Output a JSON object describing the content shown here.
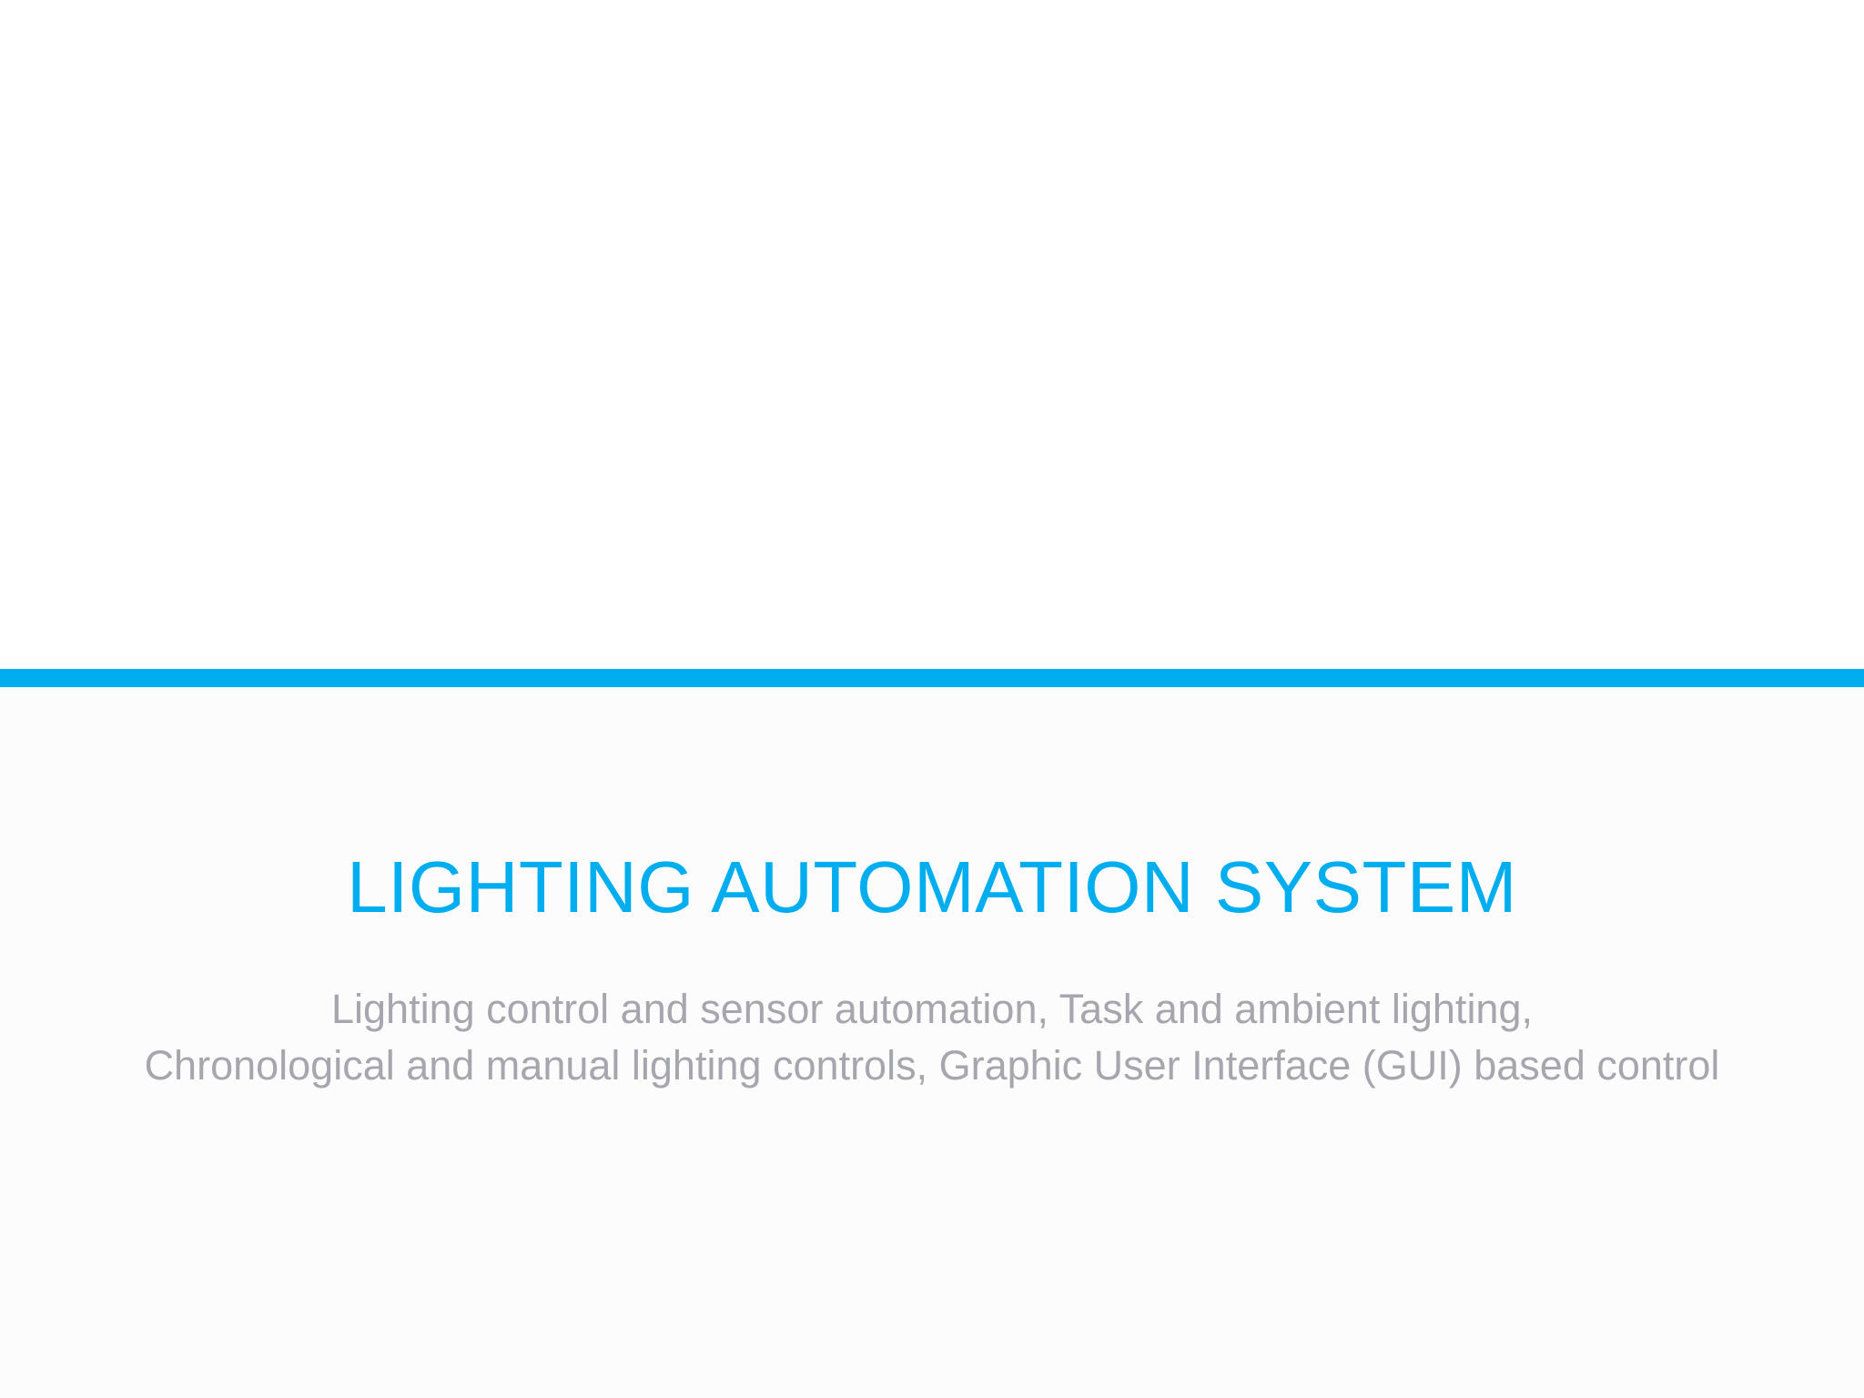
{
  "slide": {
    "title": "LIGHTING AUTOMATION SYSTEM",
    "subtitle_lines": [
      "Lighting control and sensor automation, Task and ambient lighting,",
      "Chronological and manual lighting controls, Graphic User Interface (GUI) based control"
    ]
  },
  "colors": {
    "accent": "#00AEEF",
    "title_text": "#00AEEF",
    "subtitle_text": "#A6A6AE",
    "lower_background": "#FCFCFC",
    "upper_background": "#FFFFFF"
  }
}
